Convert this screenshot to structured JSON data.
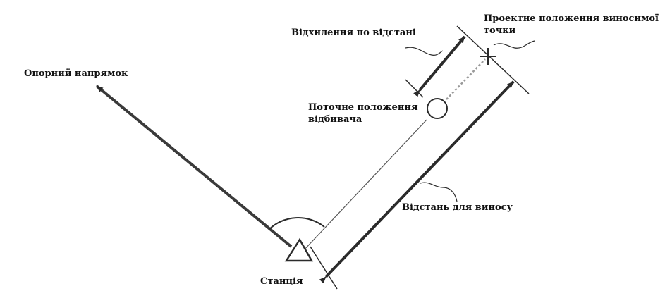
{
  "labels": {
    "reference_direction": "Опорний напрямок",
    "distance_deviation": "Відхилення по відстані",
    "design_position_line1": "Проектне положення виносимої",
    "design_position_line2": "точки",
    "current_position_line1": "Поточне положення",
    "current_position_line2": "відбивача",
    "stakeout_distance": "Відстань для виносу",
    "station": "Станція"
  },
  "colors": {
    "line": "#2b2b2b",
    "thin_line": "#555555",
    "dotted": "#9a9a9a",
    "text": "#111111"
  }
}
